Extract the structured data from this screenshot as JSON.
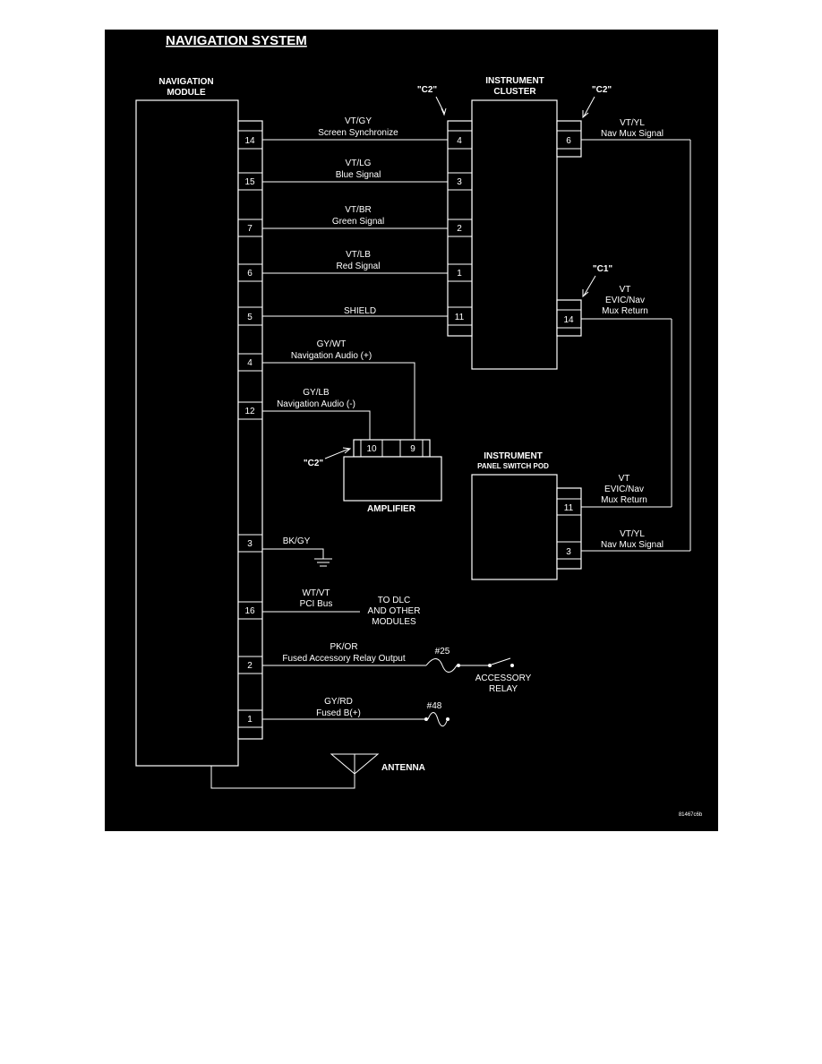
{
  "title": "NAVIGATION SYSTEM",
  "colors": {
    "background": "#000000",
    "line": "#ffffff",
    "page": "#ffffff"
  },
  "components": {
    "nav_module": [
      "NAVIGATION",
      "MODULE"
    ],
    "cluster": [
      "INSTRUMENT",
      "CLUSTER"
    ],
    "switch_pod": [
      "INSTRUMENT",
      "PANEL SWITCH POD"
    ],
    "amplifier": "AMPLIFIER",
    "antenna": "ANTENNA",
    "dlc": [
      "TO DLC",
      "AND OTHER",
      "MODULES"
    ],
    "relay": [
      "ACCESSORY",
      "RELAY"
    ]
  },
  "connectors": {
    "c1": "\"C1\"",
    "c2": "\"C2\""
  },
  "fuses": {
    "f25": "#25",
    "f48": "#48"
  },
  "circuits": {
    "screen_sync": {
      "pin": "14",
      "cluster_pin": "4",
      "color": "VT/GY",
      "name": "Screen Synchronize"
    },
    "blue": {
      "pin": "15",
      "cluster_pin": "3",
      "color": "VT/LG",
      "name": "Blue Signal"
    },
    "green": {
      "pin": "7",
      "cluster_pin": "2",
      "color": "VT/BR",
      "name": "Green Signal"
    },
    "red": {
      "pin": "6",
      "cluster_pin": "1",
      "color": "VT/LB",
      "name": "Red Signal"
    },
    "shield": {
      "pin": "5",
      "cluster_pin": "11",
      "name": "SHIELD"
    },
    "nav_audio_pos": {
      "pin": "4",
      "amp_pin": "9",
      "color": "GY/WT",
      "name": "Navigation Audio (+)"
    },
    "nav_audio_neg": {
      "pin": "12",
      "amp_pin": "10",
      "color": "GY/LB",
      "name": "Navigation Audio (-)"
    },
    "ground": {
      "pin": "3",
      "color": "BK/GY"
    },
    "pci_bus": {
      "pin": "16",
      "color": "WT/VT",
      "name": "PCI Bus"
    },
    "accessory": {
      "pin": "2",
      "color": "PK/OR",
      "name": "Fused Accessory Relay Output"
    },
    "fused_b": {
      "pin": "1",
      "color": "GY/RD",
      "name": "Fused B(+)"
    },
    "nav_mux_cluster": {
      "cluster_pin": "6",
      "color": "VT/YL",
      "name": "Nav Mux Signal"
    },
    "mux_return_cluster": {
      "cluster_pin": "14",
      "color": "VT",
      "name": [
        "EVIC/Nav",
        "Mux Return"
      ]
    },
    "mux_return_pod": {
      "pod_pin": "11",
      "color": "VT",
      "name": [
        "EVIC/Nav",
        "Mux Return"
      ]
    },
    "nav_mux_pod": {
      "pod_pin": "3",
      "color": "VT/YL",
      "name": "Nav Mux Signal"
    }
  },
  "figure_id": "81467c6b"
}
